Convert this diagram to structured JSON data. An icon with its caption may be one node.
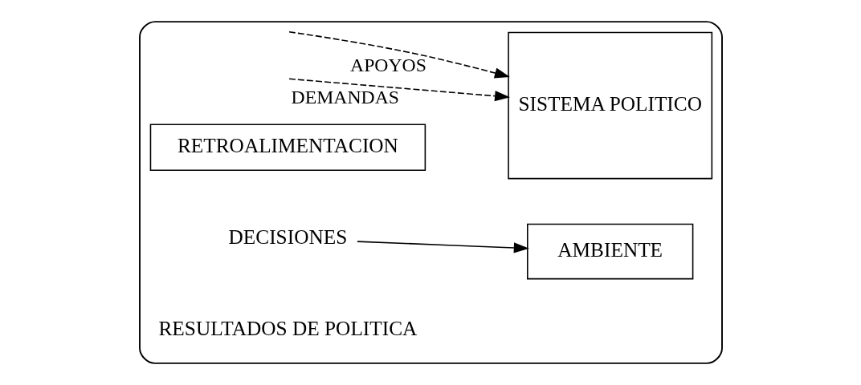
{
  "diagram": {
    "nodes": [
      {
        "text": [],
        "shape": "box"
      },
      {
        "text": [
          "AMBIENTE"
        ],
        "in": 0
      },
      {
        "text": [
          "SISTEMA POLITICO"
        ],
        "in": 0
      },
      {
        "text": [
          "RETROALIMENTACION"
        ],
        "in": 0
      },
      {
        "text": [
          "DECISIONES"
        ],
        "in": 0
      }
    ],
    "edges": [
      {
        "from": null,
        "to": 2,
        "arrow": "to",
        "label": "APOYOS",
        "style": "dashed"
      },
      {
        "from": null,
        "to": 2,
        "arrow": "to",
        "label": "DEMANDAS",
        "style": "dashed"
      },
      {
        "from": 4,
        "to": 1,
        "arrow": "to"
      }
    ],
    "labels": [
      "RESULTADOS DE POLITICA"
    ]
  }
}
